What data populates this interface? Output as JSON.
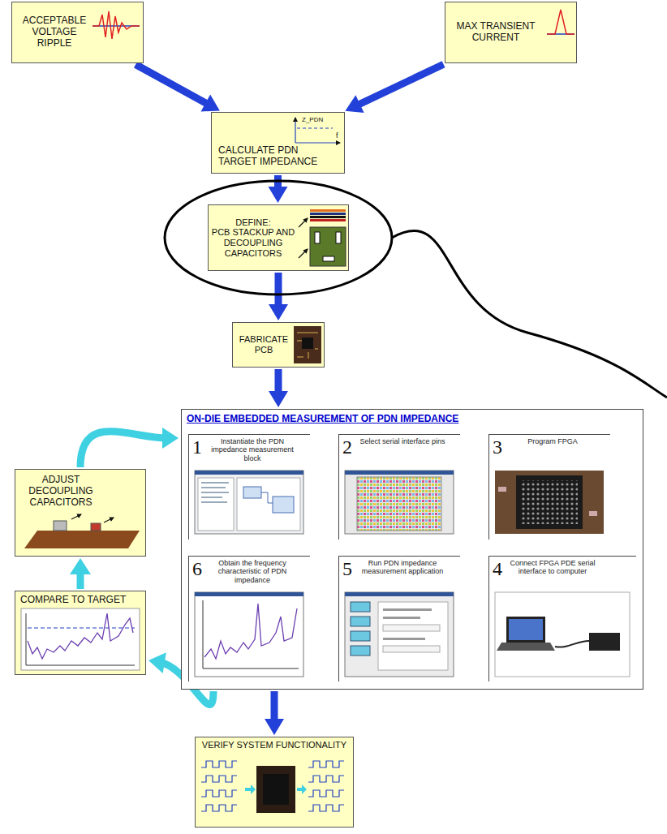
{
  "diagram": {
    "nodes": [
      {
        "text": [
          "ACCEPTABLE VOLTAGE RIPPLE"
        ]
      },
      {
        "text": [
          "MAX TRANSIENT CURRENT"
        ]
      },
      {
        "text": [
          "CALCULATE PDN TARGET IMPEDANCE"
        ]
      },
      {
        "text": [
          "DEFINE:",
          "PCB STACKUP AND DECOUPLING CAPACITORS"
        ]
      },
      {
        "text": [
          "FABRICATE PCB"
        ]
      },
      {
        "text": [
          "ON-DIE EMBEDDED MEASUREMENT OF PDN IMPEDANCE"
        ]
      },
      {
        "text": [
          "1",
          "Instantiate the PDN impedance measurement block"
        ],
        "in": 5
      },
      {
        "text": [
          "2",
          "Select serial interface pins"
        ],
        "in": 5
      },
      {
        "text": [
          "3",
          "Program FPGA"
        ],
        "in": 5
      },
      {
        "text": [
          "4",
          "Connect FPGA PDE serial interface to computer"
        ],
        "in": 5
      },
      {
        "text": [
          "5",
          "Run PDN impedance measurement application"
        ],
        "in": 5
      },
      {
        "text": [
          "6",
          "Obtain the frequency characteristic of PDN impedance"
        ],
        "in": 5
      },
      {
        "text": [
          "ADJUST DECOUPLING CAPACITORS"
        ]
      },
      {
        "text": [
          "COMPARE TO TARGET"
        ]
      },
      {
        "text": [
          "VERIFY SYSTEM FUNCTIONALITY"
        ]
      }
    ],
    "edges": [
      {
        "from": 0,
        "to": 2,
        "arrow": "to"
      },
      {
        "from": 1,
        "to": 2,
        "arrow": "to"
      },
      {
        "from": 2,
        "to": 3,
        "arrow": "to"
      },
      {
        "from": 3,
        "to": 4,
        "arrow": "to"
      },
      {
        "from": 4,
        "to": 5,
        "arrow": "to"
      },
      {
        "from": 6,
        "to": 7,
        "arrow": "to"
      },
      {
        "from": 7,
        "to": 8,
        "arrow": "to"
      },
      {
        "from": 8,
        "to": 9,
        "arrow": "to"
      },
      {
        "from": 9,
        "to": 10,
        "arrow": "to"
      },
      {
        "from": 10,
        "to": 11,
        "arrow": "to"
      },
      {
        "from": 5,
        "to": 13,
        "arrow": "to"
      },
      {
        "from": 13,
        "to": 12,
        "arrow": "to"
      },
      {
        "from": 12,
        "to": 5,
        "arrow": "to"
      },
      {
        "from": 5,
        "to": 14,
        "arrow": "to"
      }
    ],
    "labels": [
      "Z_PDN",
      "f"
    ]
  }
}
